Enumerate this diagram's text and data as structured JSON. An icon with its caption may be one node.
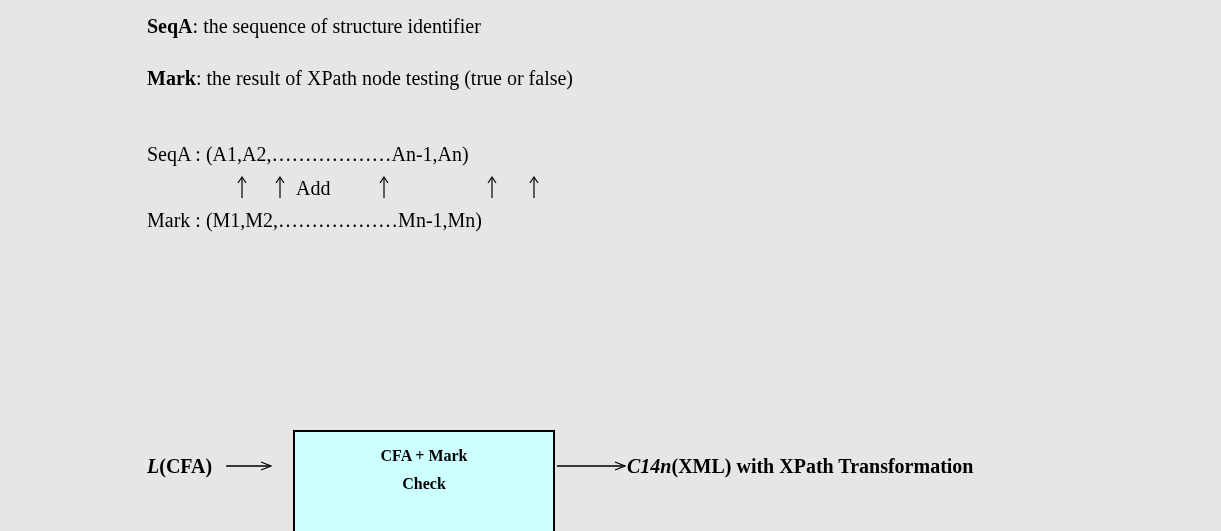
{
  "diagram": {
    "nodes": [
      {
        "text": [
          "*L*(CFA)"
        ]
      },
      {
        "text": [
          "CFA + Mark Check"
        ]
      },
      {
        "text": [
          "*C14n*(XML) with XPath Transformation"
        ]
      }
    ],
    "edges": [
      {
        "from": 0,
        "to": 1,
        "arrow": "to"
      },
      {
        "from": 1,
        "to": 2,
        "arrow": "to"
      }
    ],
    "labels": [
      "**SeqA**: the sequence of structure identifier",
      "**Mark**: the result of XPath node testing (true or false)",
      "SeqA : (A1,A2,………………An-1,An)",
      "Add",
      "Mark : (M1,M2,………………Mn-1,Mn)"
    ]
  }
}
